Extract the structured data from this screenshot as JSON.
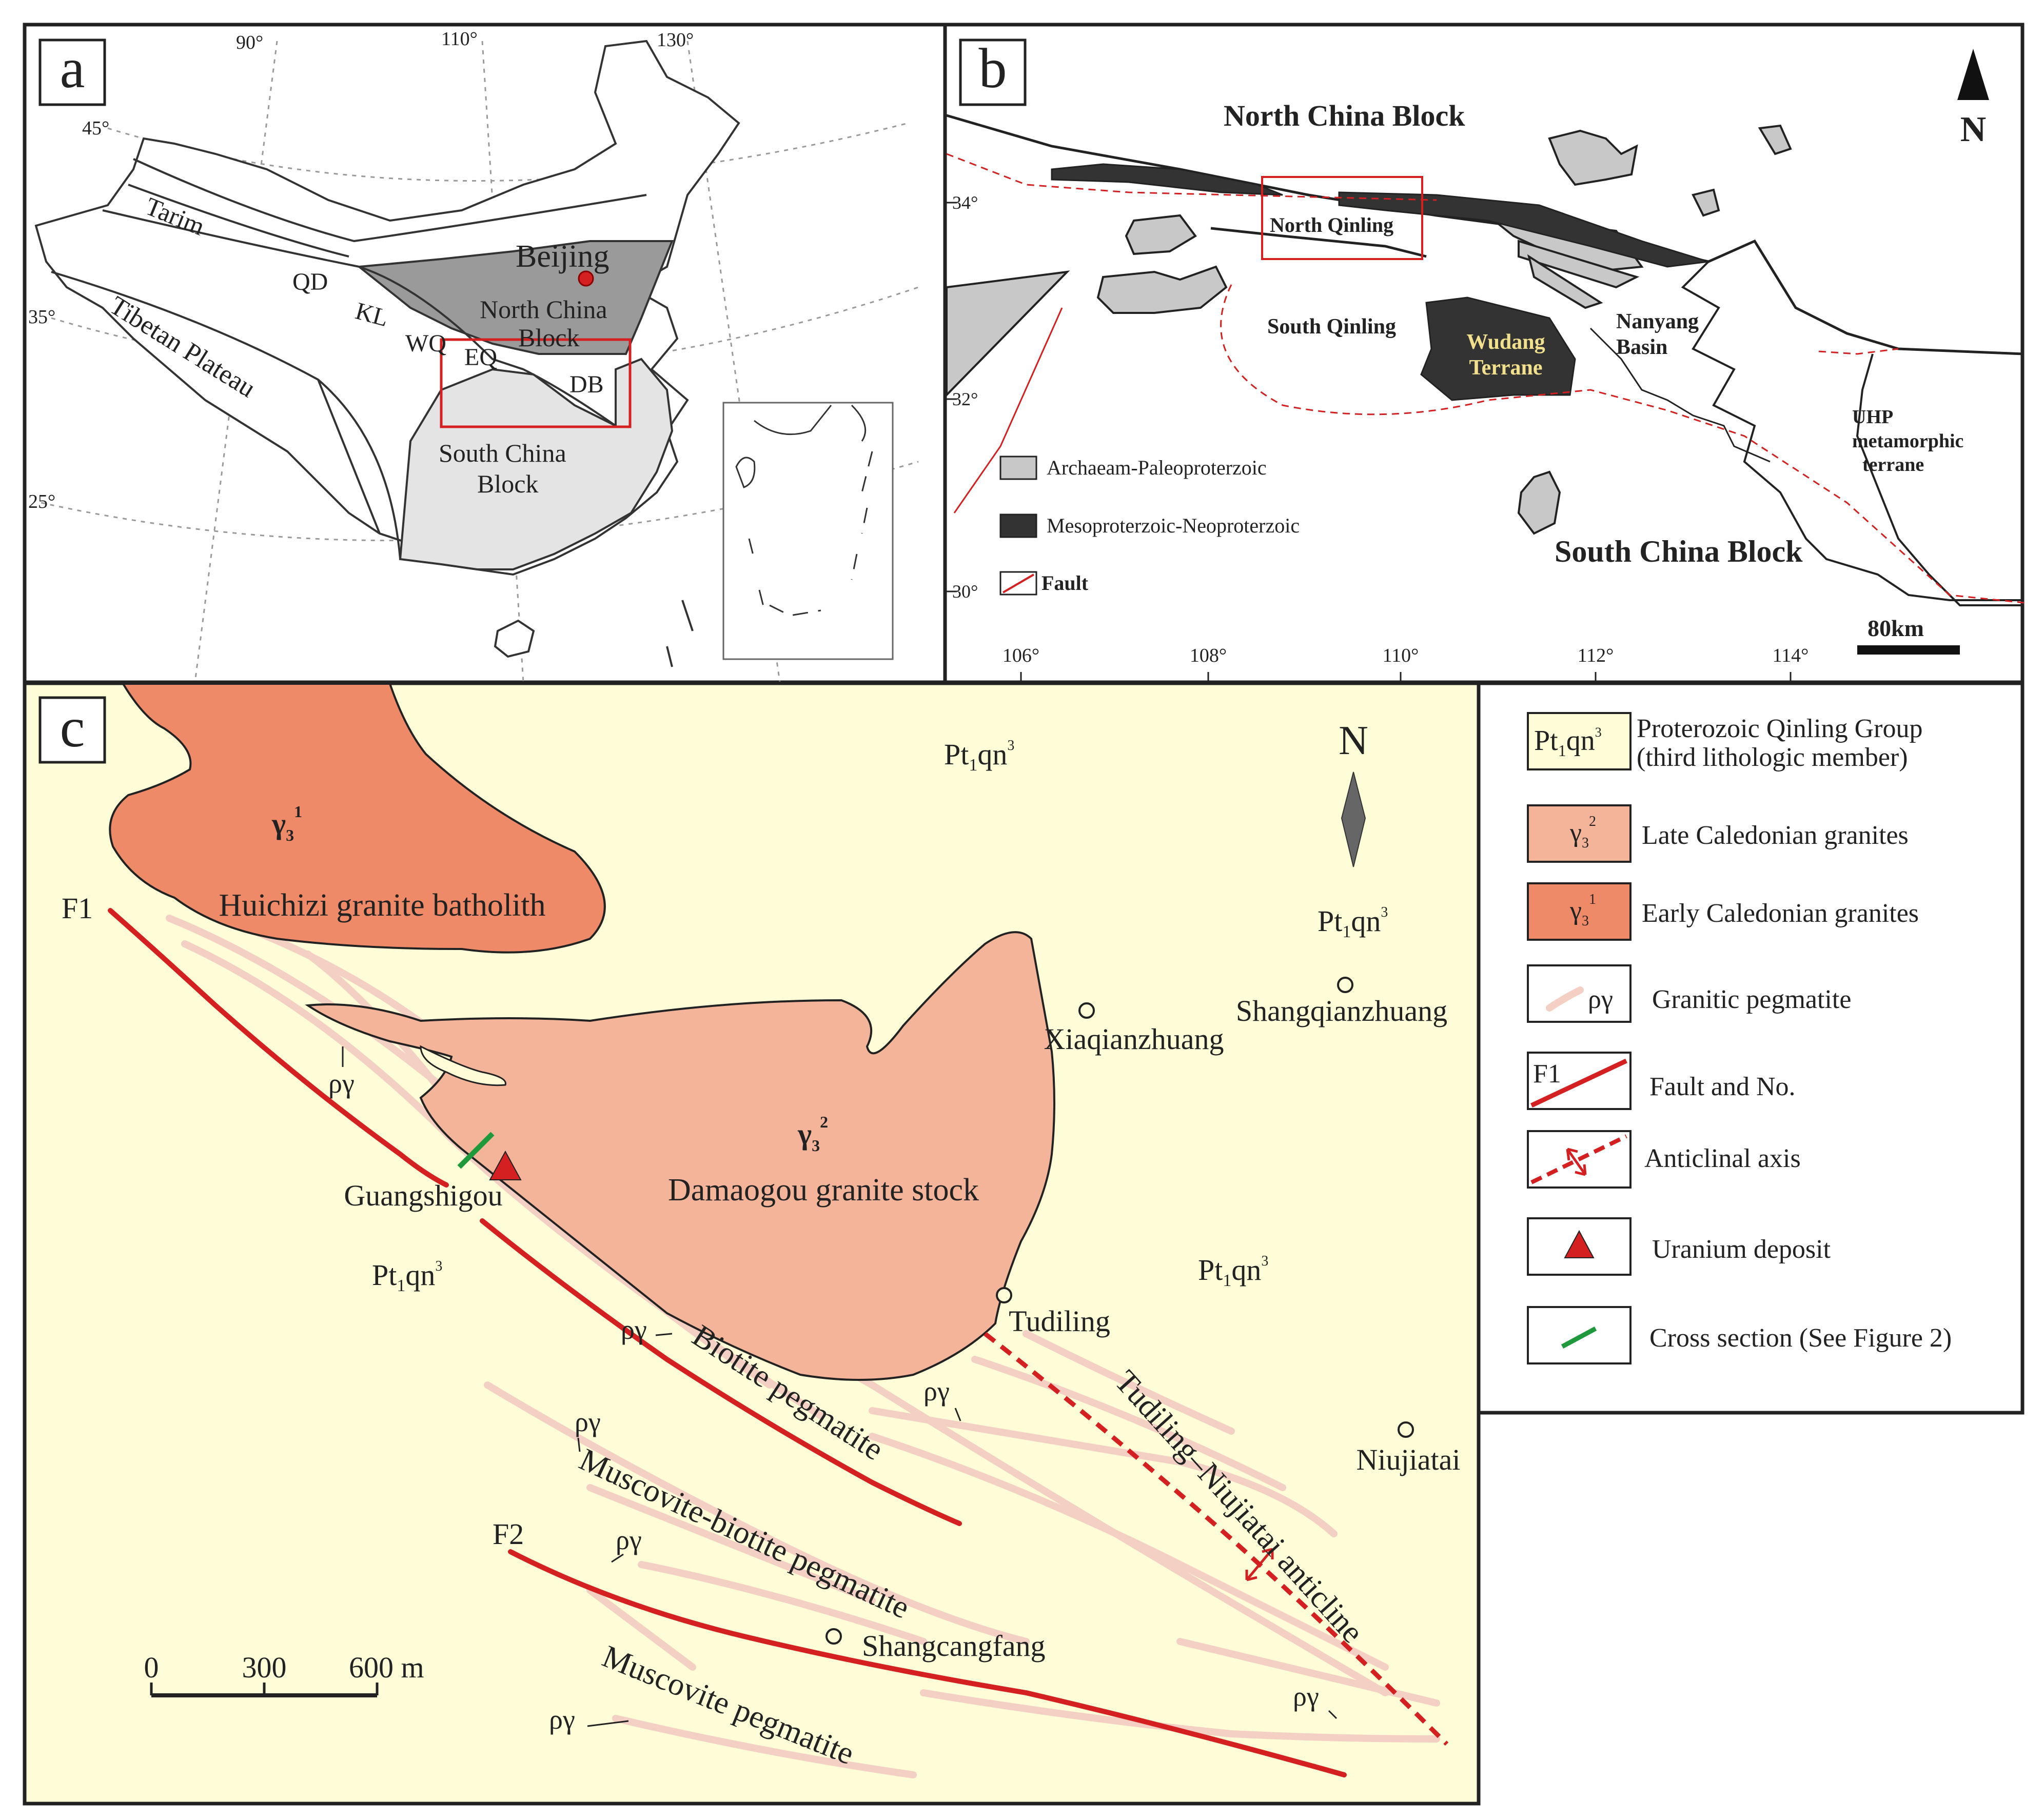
{
  "panels": {
    "a": {
      "label": "a",
      "lon_ticks": [
        "90°",
        "110°",
        "130°"
      ],
      "lat_ticks": [
        "45°",
        "35°",
        "25°"
      ],
      "places": {
        "tarim": "Tarim",
        "qd": "QD",
        "kl": "KL",
        "wq": "WQ",
        "eq": "EQ",
        "db": "DB",
        "tibet": "Tibetan Plateau",
        "beijing": "Beijing",
        "ncb_1": "North China",
        "ncb_2": "Block",
        "scb_1": "South China",
        "scb_2": "Block"
      },
      "colors": {
        "north_china": "#9a9a9a",
        "south_china": "#e4e4e4",
        "beijing_dot": "#d42020",
        "box": "#d42020"
      }
    },
    "b": {
      "label": "b",
      "north": "N",
      "lat_ticks": [
        "34°",
        "32°",
        "30°"
      ],
      "lon_ticks": [
        "106°",
        "108°",
        "110°",
        "112°",
        "114°"
      ],
      "places": {
        "ncb": "North China Block",
        "nq": "North Qinling",
        "sq": "South Qinling",
        "wudang_1": "Wudang",
        "wudang_2": "Terrane",
        "nanyang_1": "Nanyang",
        "nanyang_2": "Basin",
        "uhp_1": "UHP",
        "uhp_2": "metamorphic",
        "uhp_3": "terrane",
        "scb": "South China Block"
      },
      "legend": [
        "Archaeam-Paleoproterzoic",
        "Mesoproterzoic-Neoproterzoic",
        "Fault"
      ],
      "scale": "80km",
      "colors": {
        "archaean": "#c8c8c8",
        "meso": "#333333",
        "fault": "#d42020",
        "wudang_text": "#f2e08c"
      }
    },
    "c": {
      "label": "c",
      "north": "N",
      "units": {
        "pt_base": "Pt",
        "pt_sub": "1",
        "pt_rest": "qn",
        "pt_sup": "3",
        "g_base": "γ",
        "g_sub": "3",
        "g1_sup": "1",
        "g2_sup": "2"
      },
      "names": {
        "huichizi": "Huichizi granite batholith",
        "damaogou": "Damaogou granite stock",
        "guangshigou": "Guangshigou",
        "xiaqianzhuang": "Xiaqianzhuang",
        "shangqianzhuang": "Shangqianzhuang",
        "tudiling": "Tudiling",
        "niujiatai": "Niujiatai",
        "shangcangfang": "Shangcangfang",
        "f1": "F1",
        "f2": "F2",
        "rho": "ργ",
        "biotite": "Biotite pegmatite",
        "mus_bio": "Muscovite-biotite pegmatite",
        "muscovite": "Muscovite pegmatite",
        "anticline": "Tudiling–Niujiatai anticline"
      },
      "scale": {
        "ticks": [
          "0",
          "300",
          "600 m"
        ]
      },
      "colors": {
        "background": "#fffdd8",
        "early_granite": "#ef8a68",
        "late_granite": "#f3b49a",
        "pegmatite": "#f4cfc4",
        "fault": "#d42020",
        "section": "#1e9a3c"
      }
    }
  },
  "legend": {
    "items": [
      {
        "label_1": "Proterozoic Qinling Group",
        "label_2": "(third lithologic member)"
      },
      {
        "label_1": "Late Caledonian granites"
      },
      {
        "label_1": "Early Caledonian granites"
      },
      {
        "label_1": "Granitic pegmatite"
      },
      {
        "label_1": "Fault and No."
      },
      {
        "label_1": "Anticlinal axis"
      },
      {
        "label_1": "Uranium deposit"
      },
      {
        "label_1": "Cross section (See Figure 2)"
      }
    ],
    "f1": "F1",
    "rho": "ργ"
  }
}
